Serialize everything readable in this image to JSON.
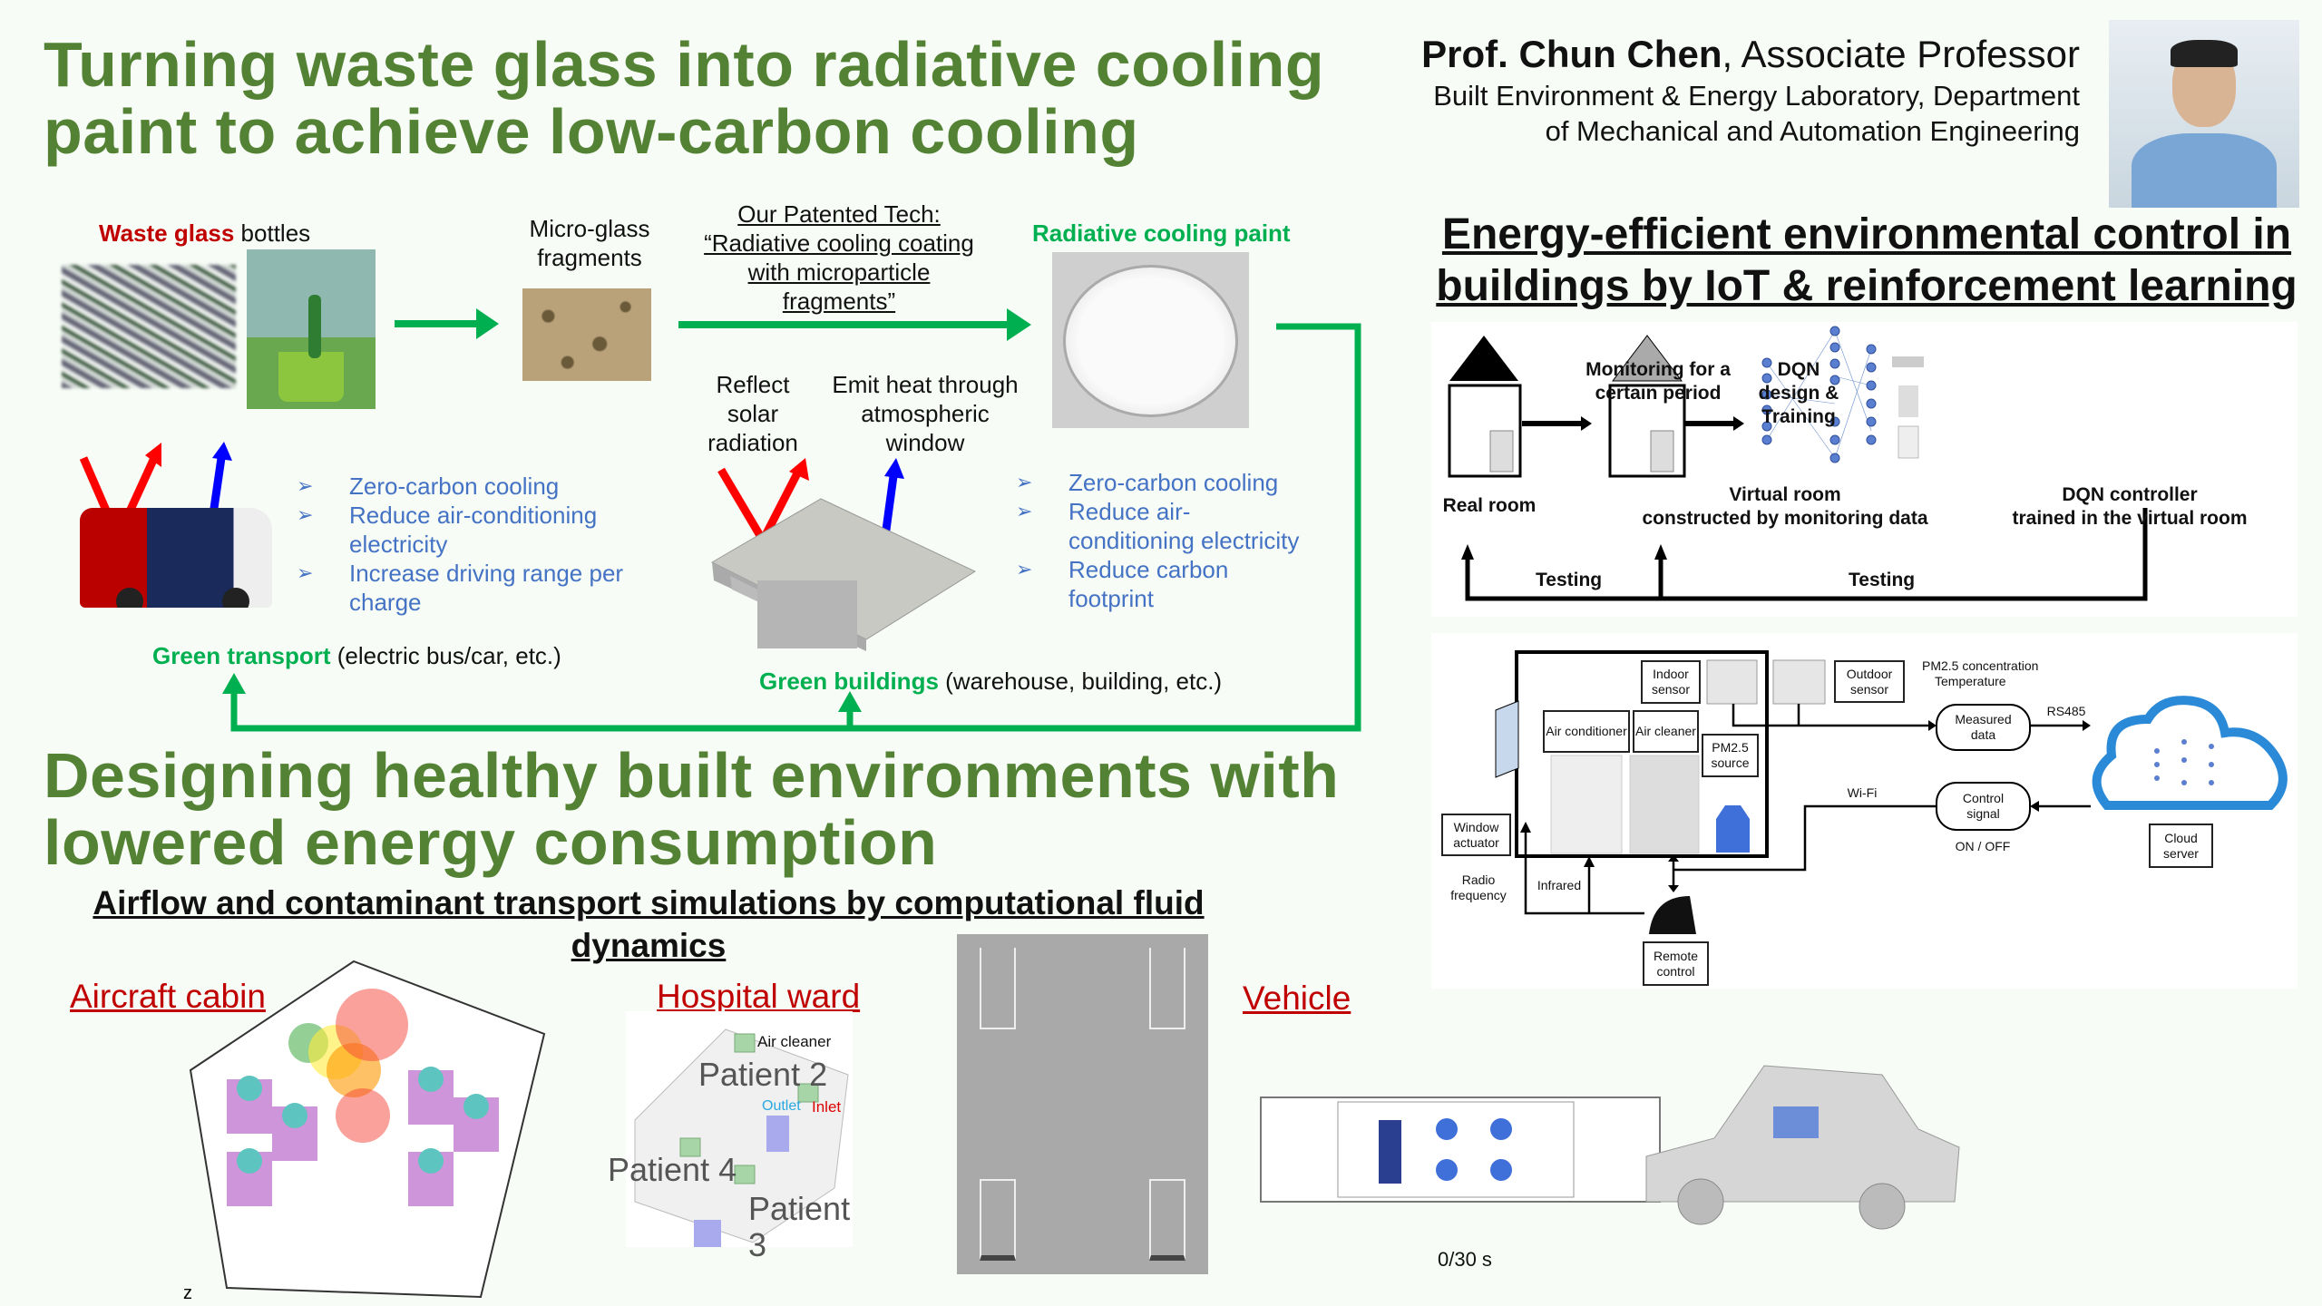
{
  "colors": {
    "title_green": "#548235",
    "accent_green": "#00b050",
    "red": "#c00000",
    "bullet_blue": "#4472c4",
    "background": "#f7fcf6"
  },
  "section1": {
    "title_line1": "Turning waste glass into radiative cooling",
    "title_line2": "paint to achieve low-carbon cooling",
    "waste_glass_bold": "Waste glass",
    "waste_glass_rest": " bottles",
    "micro_glass": "Micro-glass fragments",
    "patent_line1": "Our Patented Tech:",
    "patent_line2": "“Radiative cooling coating",
    "patent_line3": "with microparticle",
    "patent_line4": "fragments”",
    "paint_label": "Radiative cooling paint",
    "reflect": "Reflect solar radiation",
    "emit": "Emit heat through atmospheric window",
    "transport_bullets": [
      "Zero-carbon cooling",
      "Reduce air-conditioning electricity",
      "Increase driving range per charge"
    ],
    "building_bullets": [
      "Zero-carbon cooling",
      "Reduce air-conditioning electricity",
      "Reduce carbon footprint"
    ],
    "transport_bold": "Green transport",
    "transport_rest": " (electric bus/car, etc.)",
    "buildings_bold": "Green buildings",
    "buildings_rest": " (warehouse, building, etc.)"
  },
  "profile": {
    "name": "Prof. Chun Chen",
    "role": ", Associate Professor",
    "line2": "Built Environment & Energy Laboratory, Department",
    "line3": "of Mechanical and Automation Engineering"
  },
  "section2": {
    "title_line1": "Energy-efficient environmental control in",
    "title_line2": "buildings by IoT & reinforcement learning",
    "flow": {
      "monitoring": "Monitoring for a certain period",
      "dqn_design": "DQN design & Training",
      "real_room": "Real room",
      "virtual_room_1": "Virtual room",
      "virtual_room_2": "constructed by monitoring data",
      "dqn_1": "DQN controller",
      "dqn_2": "trained in the virtual room",
      "testing1": "Testing",
      "testing2": "Testing"
    },
    "iot": {
      "indoor_sensor": "Indoor sensor",
      "outdoor_sensor": "Outdoor sensor",
      "pm_conc": "PM2.5 concentration",
      "temperature": "Temperature",
      "air_conditioner": "Air conditioner",
      "air_cleaner": "Air cleaner",
      "pm_source": "PM2.5 source",
      "measured": "Measured data",
      "rs485": "RS485",
      "wifi": "Wi-Fi",
      "control": "Control signal",
      "onoff": "ON / OFF",
      "cloud": "Cloud server",
      "window": "Window actuator",
      "radio": "Radio frequency",
      "infrared": "Infrared",
      "remote": "Remote control"
    }
  },
  "section3": {
    "title_line1": "Designing healthy built environments with",
    "title_line2": "lowered energy consumption",
    "subtitle": "Airflow and contaminant transport simulations by computational fluid dynamics",
    "aircraft": "Aircraft cabin",
    "hospital": "Hospital ward",
    "vehicle": "Vehicle",
    "air_cleaner": "Air cleaner",
    "outlet": "Outlet",
    "inlet": "Inlet",
    "patient2": "Patient 2",
    "patient3": "Patient 3",
    "patient4": "Patient 4",
    "axis": "z",
    "time": "0/30 s"
  }
}
